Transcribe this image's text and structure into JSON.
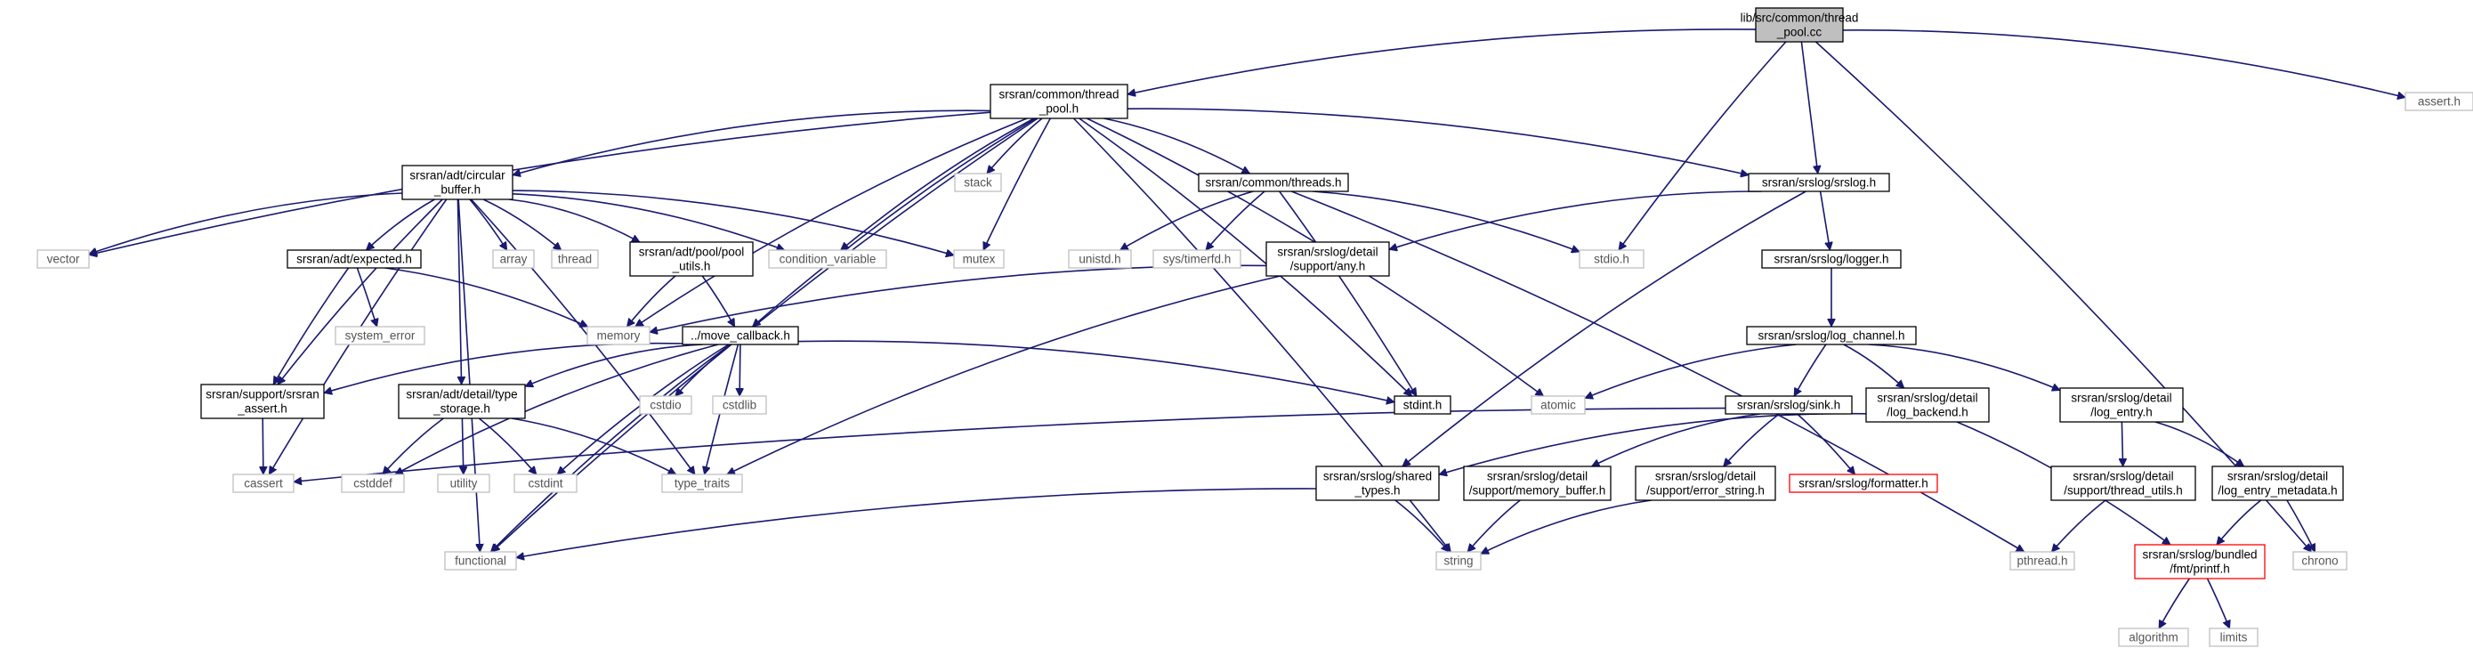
{
  "title": "",
  "colors": {
    "edge": "#191970",
    "root_fill": "#bfbfbf",
    "root_border": "#000000",
    "documented_border": "#000000",
    "undocumented_border": "#bfbfbf",
    "missing_border": "#ff0000",
    "node_fill": "#ffffff"
  },
  "nodes": [
    {
      "id": "root",
      "lines": [
        "lib/src/common/thread",
        "_pool.cc"
      ],
      "kind": "root"
    },
    {
      "id": "thread_pool_h",
      "lines": [
        "srsran/common/thread",
        "_pool.h"
      ],
      "kind": "doc"
    },
    {
      "id": "assert_h",
      "lines": [
        "assert.h"
      ],
      "kind": "sys"
    },
    {
      "id": "circular_buffer",
      "lines": [
        "srsran/adt/circular",
        "_buffer.h"
      ],
      "kind": "doc"
    },
    {
      "id": "stack",
      "lines": [
        "stack"
      ],
      "kind": "sys"
    },
    {
      "id": "threads_h",
      "lines": [
        "srsran/common/threads.h"
      ],
      "kind": "doc"
    },
    {
      "id": "srslog_h",
      "lines": [
        "srsran/srslog/srslog.h"
      ],
      "kind": "doc"
    },
    {
      "id": "vector",
      "lines": [
        "vector"
      ],
      "kind": "sys"
    },
    {
      "id": "array",
      "lines": [
        "array"
      ],
      "kind": "sys"
    },
    {
      "id": "thread",
      "lines": [
        "thread"
      ],
      "kind": "sys"
    },
    {
      "id": "condvar",
      "lines": [
        "condition_variable"
      ],
      "kind": "sys"
    },
    {
      "id": "mutex",
      "lines": [
        "mutex"
      ],
      "kind": "sys"
    },
    {
      "id": "unistd",
      "lines": [
        "unistd.h"
      ],
      "kind": "sys"
    },
    {
      "id": "timerfd",
      "lines": [
        "sys/timerfd.h"
      ],
      "kind": "sys"
    },
    {
      "id": "stdio",
      "lines": [
        "stdio.h"
      ],
      "kind": "sys"
    },
    {
      "id": "logger_h",
      "lines": [
        "srsran/srslog/logger.h"
      ],
      "kind": "doc"
    },
    {
      "id": "expected",
      "lines": [
        "srsran/adt/expected.h"
      ],
      "kind": "doc"
    },
    {
      "id": "pool_utils",
      "lines": [
        "srsran/adt/pool/pool",
        "_utils.h"
      ],
      "kind": "doc"
    },
    {
      "id": "any_h",
      "lines": [
        "srsran/srslog/detail",
        "/support/any.h"
      ],
      "kind": "doc"
    },
    {
      "id": "system_error",
      "lines": [
        "system_error"
      ],
      "kind": "sys"
    },
    {
      "id": "memory",
      "lines": [
        "memory"
      ],
      "kind": "sys"
    },
    {
      "id": "move_callback",
      "lines": [
        "../move_callback.h"
      ],
      "kind": "doc"
    },
    {
      "id": "log_channel",
      "lines": [
        "srsran/srslog/log_channel.h"
      ],
      "kind": "doc"
    },
    {
      "id": "srsran_assert",
      "lines": [
        "srsran/support/srsran",
        "_assert.h"
      ],
      "kind": "doc"
    },
    {
      "id": "type_storage",
      "lines": [
        "srsran/adt/detail/type",
        "_storage.h"
      ],
      "kind": "doc"
    },
    {
      "id": "cstdio",
      "lines": [
        "cstdio"
      ],
      "kind": "sys"
    },
    {
      "id": "cstdlib",
      "lines": [
        "cstdlib"
      ],
      "kind": "sys"
    },
    {
      "id": "stdint",
      "lines": [
        "stdint.h"
      ],
      "kind": "doc"
    },
    {
      "id": "atomic",
      "lines": [
        "atomic"
      ],
      "kind": "sys"
    },
    {
      "id": "sink_h",
      "lines": [
        "srsran/srslog/sink.h"
      ],
      "kind": "doc"
    },
    {
      "id": "log_backend",
      "lines": [
        "srsran/srslog/detail",
        "/log_backend.h"
      ],
      "kind": "doc"
    },
    {
      "id": "log_entry",
      "lines": [
        "srsran/srslog/detail",
        "/log_entry.h"
      ],
      "kind": "doc"
    },
    {
      "id": "cassert",
      "lines": [
        "cassert"
      ],
      "kind": "sys"
    },
    {
      "id": "cstddef",
      "lines": [
        "cstddef"
      ],
      "kind": "sys"
    },
    {
      "id": "utility",
      "lines": [
        "utility"
      ],
      "kind": "sys"
    },
    {
      "id": "cstdint",
      "lines": [
        "cstdint"
      ],
      "kind": "sys"
    },
    {
      "id": "type_traits",
      "lines": [
        "type_traits"
      ],
      "kind": "sys"
    },
    {
      "id": "shared_types",
      "lines": [
        "srsran/srslog/shared",
        "_types.h"
      ],
      "kind": "doc"
    },
    {
      "id": "memory_buffer",
      "lines": [
        "srsran/srslog/detail",
        "/support/memory_buffer.h"
      ],
      "kind": "doc"
    },
    {
      "id": "error_string",
      "lines": [
        "srsran/srslog/detail",
        "/support/error_string.h"
      ],
      "kind": "doc"
    },
    {
      "id": "formatter",
      "lines": [
        "srsran/srslog/formatter.h"
      ],
      "kind": "missing"
    },
    {
      "id": "thread_utils",
      "lines": [
        "srsran/srslog/detail",
        "/support/thread_utils.h"
      ],
      "kind": "doc"
    },
    {
      "id": "log_entry_metadata",
      "lines": [
        "srsran/srslog/detail",
        "/log_entry_metadata.h"
      ],
      "kind": "doc"
    },
    {
      "id": "functional",
      "lines": [
        "functional"
      ],
      "kind": "sys"
    },
    {
      "id": "string",
      "lines": [
        "string"
      ],
      "kind": "sys"
    },
    {
      "id": "pthread",
      "lines": [
        "pthread.h"
      ],
      "kind": "sys"
    },
    {
      "id": "printf_h",
      "lines": [
        "srsran/srslog/bundled",
        "/fmt/printf.h"
      ],
      "kind": "missing"
    },
    {
      "id": "chrono",
      "lines": [
        "chrono"
      ],
      "kind": "sys"
    },
    {
      "id": "algorithm",
      "lines": [
        "algorithm"
      ],
      "kind": "sys"
    },
    {
      "id": "limits",
      "lines": [
        "limits"
      ],
      "kind": "sys"
    }
  ],
  "edges": [
    [
      "root",
      "thread_pool_h"
    ],
    [
      "root",
      "assert_h"
    ],
    [
      "root",
      "stdio"
    ],
    [
      "root",
      "srslog_h"
    ],
    [
      "root",
      "chrono"
    ],
    [
      "thread_pool_h",
      "circular_buffer"
    ],
    [
      "thread_pool_h",
      "stack"
    ],
    [
      "thread_pool_h",
      "threads_h"
    ],
    [
      "thread_pool_h",
      "srslog_h"
    ],
    [
      "thread_pool_h",
      "vector"
    ],
    [
      "thread_pool_h",
      "condvar"
    ],
    [
      "thread_pool_h",
      "mutex"
    ],
    [
      "thread_pool_h",
      "memory"
    ],
    [
      "thread_pool_h",
      "move_callback"
    ],
    [
      "thread_pool_h",
      "stdint"
    ],
    [
      "thread_pool_h",
      "atomic"
    ],
    [
      "thread_pool_h",
      "string"
    ],
    [
      "thread_pool_h",
      "functional"
    ],
    [
      "circular_buffer",
      "vector"
    ],
    [
      "circular_buffer",
      "array"
    ],
    [
      "circular_buffer",
      "thread"
    ],
    [
      "circular_buffer",
      "condvar"
    ],
    [
      "circular_buffer",
      "mutex"
    ],
    [
      "circular_buffer",
      "expected"
    ],
    [
      "circular_buffer",
      "pool_utils"
    ],
    [
      "circular_buffer",
      "srsran_assert"
    ],
    [
      "circular_buffer",
      "type_storage"
    ],
    [
      "circular_buffer",
      "cassert"
    ],
    [
      "circular_buffer",
      "type_traits"
    ],
    [
      "circular_buffer",
      "functional"
    ],
    [
      "threads_h",
      "unistd"
    ],
    [
      "threads_h",
      "timerfd"
    ],
    [
      "threads_h",
      "stdio"
    ],
    [
      "threads_h",
      "stdint"
    ],
    [
      "threads_h",
      "pthread"
    ],
    [
      "srslog_h",
      "any_h"
    ],
    [
      "srslog_h",
      "logger_h"
    ],
    [
      "srslog_h",
      "shared_types"
    ],
    [
      "logger_h",
      "log_channel"
    ],
    [
      "expected",
      "memory"
    ],
    [
      "expected",
      "system_error"
    ],
    [
      "expected",
      "srsran_assert"
    ],
    [
      "pool_utils",
      "memory"
    ],
    [
      "pool_utils",
      "move_callback"
    ],
    [
      "any_h",
      "memory"
    ],
    [
      "any_h",
      "type_traits"
    ],
    [
      "move_callback",
      "srsran_assert"
    ],
    [
      "move_callback",
      "type_storage"
    ],
    [
      "move_callback",
      "cstddef"
    ],
    [
      "move_callback",
      "cstdint"
    ],
    [
      "move_callback",
      "cstdio"
    ],
    [
      "move_callback",
      "cstdlib"
    ],
    [
      "move_callback",
      "type_traits"
    ],
    [
      "move_callback",
      "functional"
    ],
    [
      "move_callback",
      "stdint"
    ],
    [
      "log_channel",
      "atomic"
    ],
    [
      "log_channel",
      "sink_h"
    ],
    [
      "log_channel",
      "log_backend"
    ],
    [
      "log_channel",
      "log_entry"
    ],
    [
      "srsran_assert",
      "cassert"
    ],
    [
      "type_storage",
      "cstddef"
    ],
    [
      "type_storage",
      "utility"
    ],
    [
      "type_storage",
      "cstdint"
    ],
    [
      "type_storage",
      "type_traits"
    ],
    [
      "sink_h",
      "cassert"
    ],
    [
      "sink_h",
      "memory_buffer"
    ],
    [
      "sink_h",
      "error_string"
    ],
    [
      "sink_h",
      "formatter"
    ],
    [
      "log_backend",
      "shared_types"
    ],
    [
      "log_backend",
      "printf_h"
    ],
    [
      "log_entry",
      "thread_utils"
    ],
    [
      "log_entry",
      "log_entry_metadata"
    ],
    [
      "shared_types",
      "functional"
    ],
    [
      "shared_types",
      "string"
    ],
    [
      "memory_buffer",
      "string"
    ],
    [
      "error_string",
      "string"
    ],
    [
      "thread_utils",
      "pthread"
    ],
    [
      "log_entry_metadata",
      "printf_h"
    ],
    [
      "log_entry_metadata",
      "chrono"
    ],
    [
      "printf_h",
      "algorithm"
    ],
    [
      "printf_h",
      "limits"
    ]
  ]
}
